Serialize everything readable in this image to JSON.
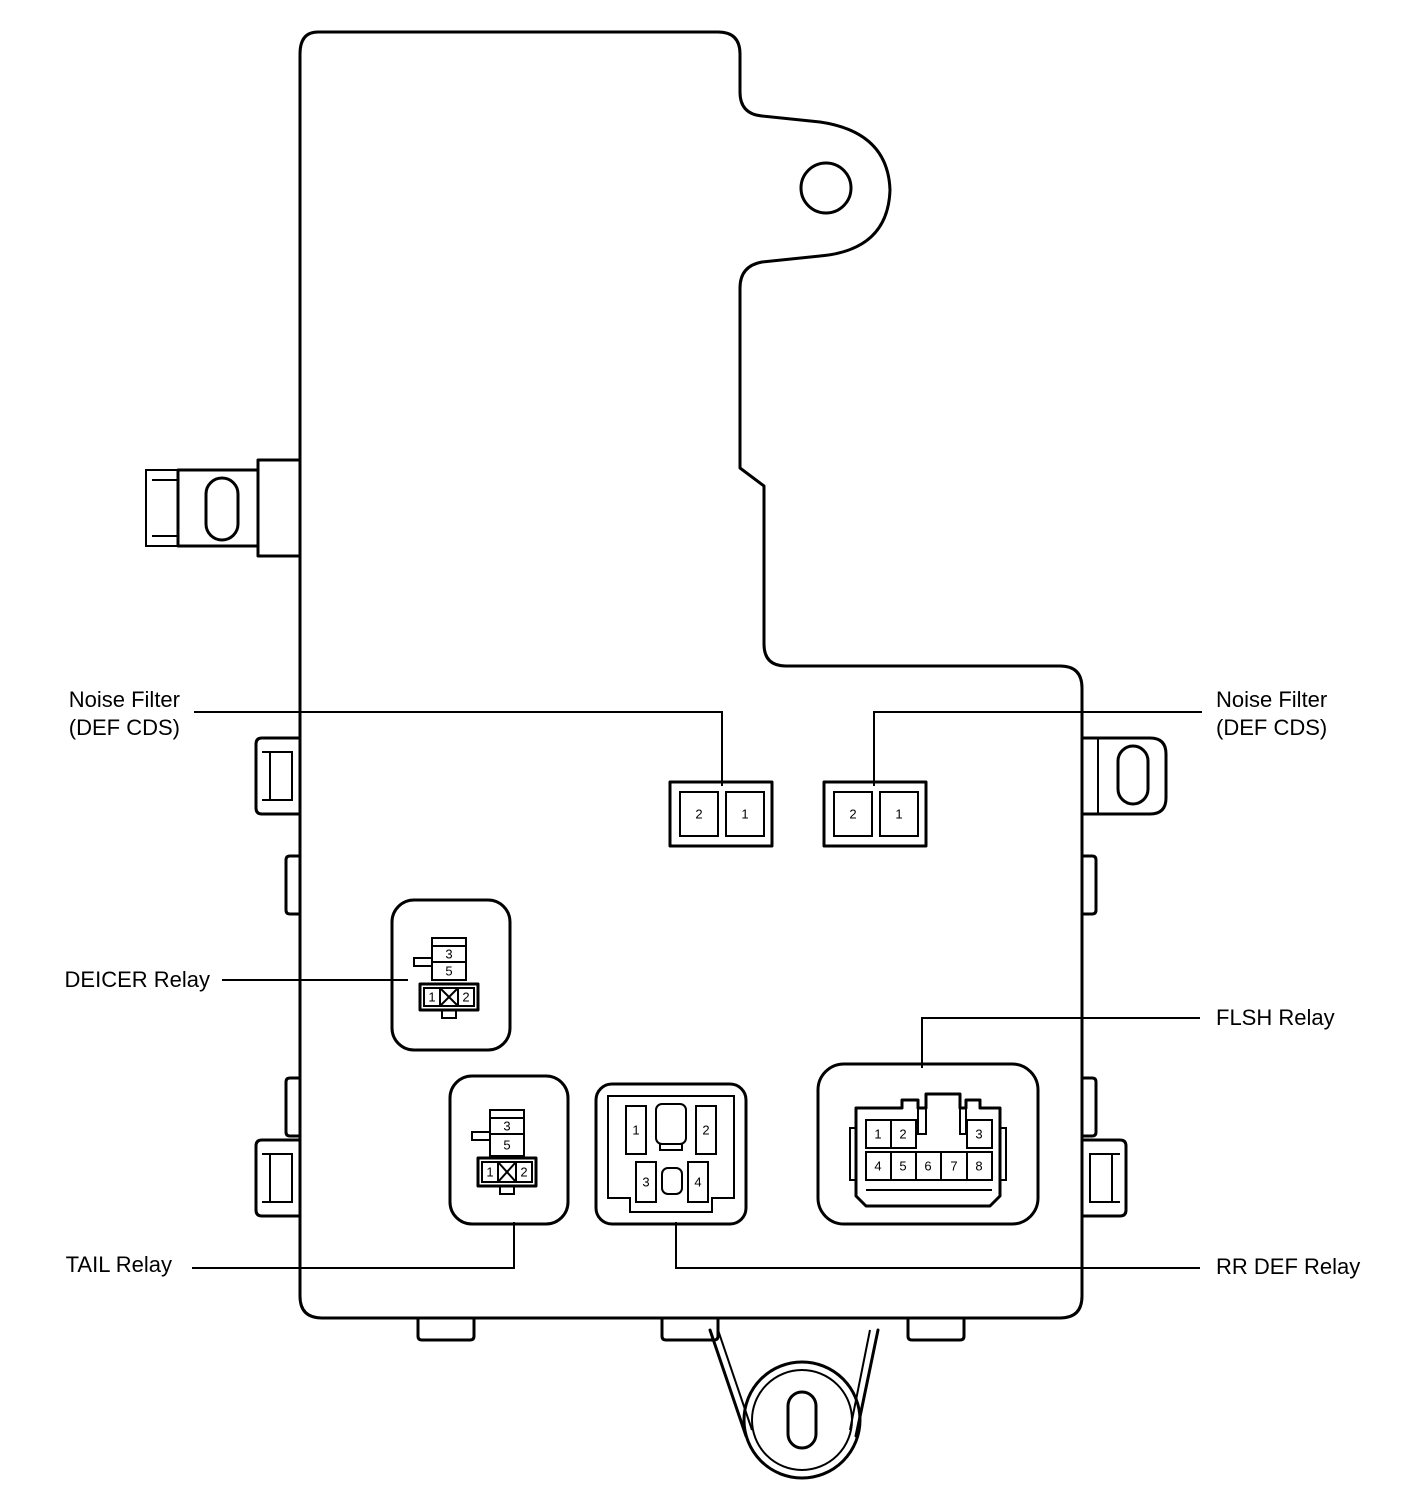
{
  "labels": {
    "noise_filter_left": [
      "Noise Filter",
      "(DEF CDS)"
    ],
    "noise_filter_right": [
      "Noise Filter",
      "(DEF CDS)"
    ],
    "deicer_relay": "DEICER Relay",
    "flsh_relay": "FLSH Relay",
    "tail_relay": "TAIL Relay",
    "rr_def_relay": "RR DEF Relay"
  },
  "pins": {
    "noise_filter_left": [
      "2",
      "1"
    ],
    "noise_filter_right": [
      "2",
      "1"
    ],
    "deicer_relay": [
      "3",
      "5",
      "1",
      "2"
    ],
    "tail_relay": [
      "3",
      "5",
      "1",
      "2"
    ],
    "rr_def_relay": [
      "1",
      "2",
      "3",
      "4"
    ],
    "flsh_relay": [
      "1",
      "2",
      "3",
      "4",
      "5",
      "6",
      "7",
      "8"
    ]
  }
}
